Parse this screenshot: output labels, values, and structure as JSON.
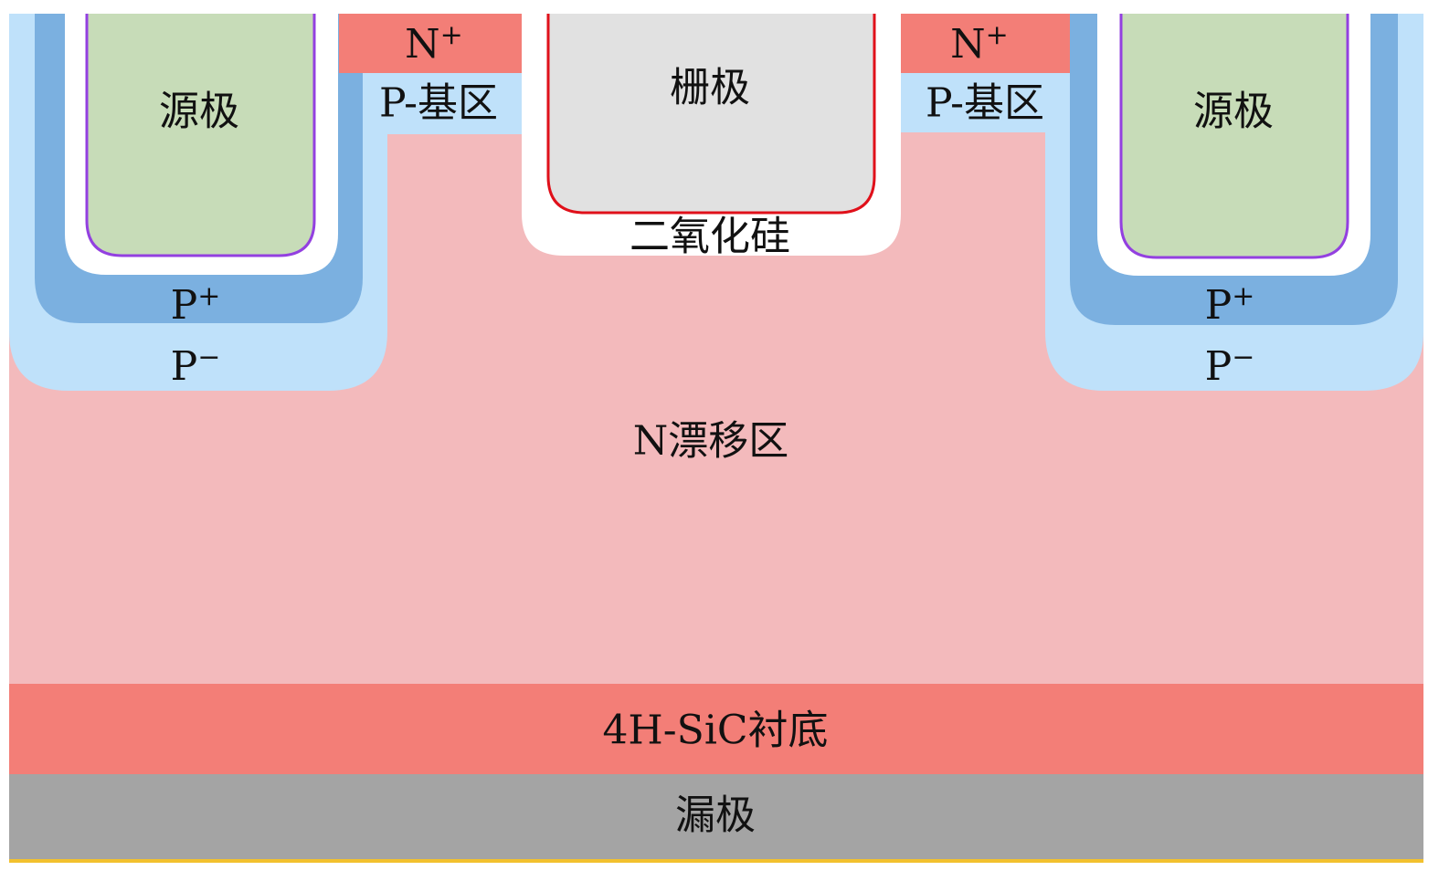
{
  "labels": {
    "source_left": "源极",
    "source_right": "源极",
    "gate": "栅极",
    "oxide": "二氧化硅",
    "nplus_left": {
      "base": "N",
      "sup": "+"
    },
    "nplus_right": {
      "base": "N",
      "sup": "+"
    },
    "pbase_left": "P-基区",
    "pbase_right": "P-基区",
    "pplus_left": {
      "base": "P",
      "sup": "+"
    },
    "pplus_right": {
      "base": "P",
      "sup": "+"
    },
    "pminus_left": {
      "base": "P",
      "sup": "−"
    },
    "pminus_right": {
      "base": "P",
      "sup": "−"
    },
    "drift": "N漂移区",
    "substrate": "4H-SiC衬底",
    "drain": "漏极"
  },
  "colors": {
    "drift": "#f3babc",
    "nplus": "#f37e77",
    "substrate": "#f37e77",
    "drain": "#a4a4a4",
    "pminus": "#bfe1fa",
    "pplus": "#7bb0e0",
    "source": "#c7dcb8",
    "source_outline": "#9340e0",
    "gate": "#e1e1e1",
    "gate_outline": "#e0101a",
    "contact_line": "#f2c12e"
  }
}
